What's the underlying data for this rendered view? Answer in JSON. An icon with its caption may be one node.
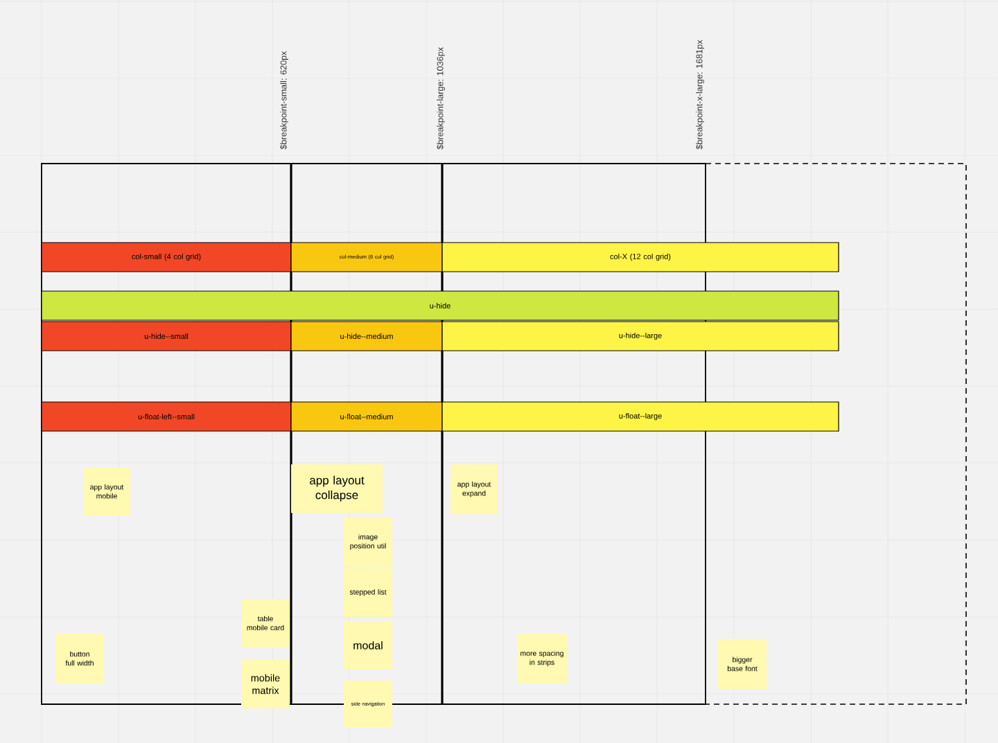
{
  "diagram": {
    "nodes": [
      {
        "text": [
          "col-small (4 col grid)"
        ]
      },
      {
        "text": [
          "col-medium (6 col grid)"
        ]
      },
      {
        "text": [
          "col-X (12 col grid)"
        ]
      },
      {
        "text": [
          "u-hide"
        ]
      },
      {
        "text": [
          "u-hide--small"
        ]
      },
      {
        "text": [
          "u-hide--medium"
        ]
      },
      {
        "text": [
          "u-hide--large"
        ]
      },
      {
        "text": [
          "u-float-left--small"
        ]
      },
      {
        "text": [
          "u-float--medium"
        ]
      },
      {
        "text": [
          "u-float--large"
        ]
      },
      {
        "text": [
          "app layout mobile"
        ]
      },
      {
        "text": [
          "app layout collapse"
        ]
      },
      {
        "text": [
          "app layout expand"
        ]
      },
      {
        "text": [
          "image position util"
        ]
      },
      {
        "text": [
          "stepped list"
        ]
      },
      {
        "text": [
          "table mobile card"
        ]
      },
      {
        "text": [
          "button full width"
        ]
      },
      {
        "text": [
          "modal"
        ]
      },
      {
        "text": [
          "more spacing in strips"
        ]
      },
      {
        "text": [
          "bigger base font"
        ]
      },
      {
        "text": [
          "mobile matrix"
        ]
      },
      {
        "text": [
          "side navigation"
        ]
      }
    ],
    "labels": [
      "$breakpoint-small: 620px",
      "$breakpoint-large: 1036px",
      "$breakpoint-x-large: 1681px"
    ]
  }
}
